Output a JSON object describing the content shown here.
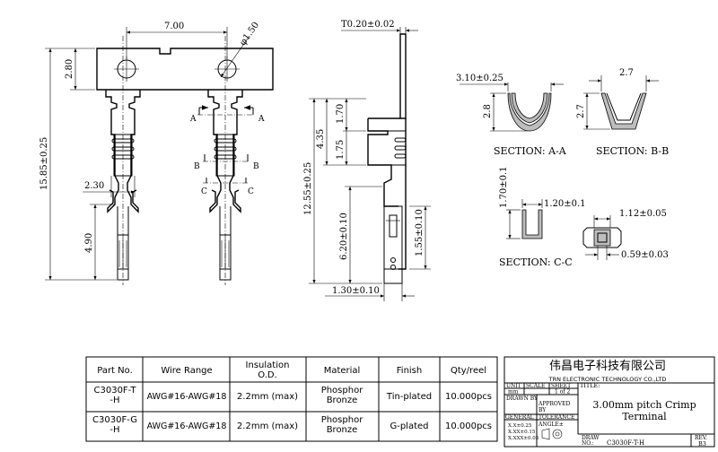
{
  "dimensions": {
    "pitch": "7.00",
    "hole_dia": "φ1.50",
    "carrier_height": "2.80",
    "overall_length": "15.85±0.25",
    "crimp_width": "2.30",
    "contact_length": "4.90",
    "thickness": "T0.20±0.02",
    "length_12": "12.55±0.25",
    "len_4_35": "4.35",
    "len_1_70": "1.70",
    "len_1_75": "1.75",
    "len_6_20": "6.20±0.10",
    "len_1_55": "1.55±0.10",
    "width_1_30": "1.30±0.10",
    "sa_width": "3.10±0.25",
    "sa_height": "2.8",
    "sb_width": "2.7",
    "sb_height": "2.7",
    "sc_height": "1.70±0.1",
    "sc_width": "1.20±0.1",
    "box_width": "1.12±0.05",
    "box_inner": "0.59±0.03"
  },
  "section_labels": {
    "a": "SECTION: A-A",
    "b": "SECTION: B-B",
    "c": "SECTION: C-C"
  },
  "cut_letters": {
    "a": "A",
    "b": "B",
    "c": "C"
  },
  "parts_table": {
    "headers": [
      "Part No.",
      "Wire Range",
      "Insulation\nO.D.",
      "Material",
      "Finish",
      "Qty/reel"
    ],
    "rows": [
      {
        "part": "C3030F-T\n-H",
        "wire": "AWG#16-AWG#18",
        "od": "2.2mm (max)",
        "material": "Phosphor\nBronze",
        "finish": "Tin-plated",
        "qty": "10.000pcs"
      },
      {
        "part": "C3030F-G\n-H",
        "wire": "AWG#16-AWG#18",
        "od": "2.2mm (max)",
        "material": "Phosphor\nBronze",
        "finish": "G-plated",
        "qty": "10.000pcs"
      }
    ]
  },
  "title_block": {
    "company_cn": "伟昌电子科技有限公司",
    "company_en": "TRN ELECTRONIC TECHNOLOGY CO.,LTD",
    "unit_label": "UNIT",
    "unit_value": "mm",
    "scale_label": "SCALE",
    "sheet_label": "SHEET",
    "sheet_value": "1 of 2",
    "title_label": "TITLE:",
    "drawn_by": "DRAWN BY",
    "approved_by": "APPROVED\nBY",
    "title": "3.00mm pitch Crimp\nTerminal",
    "general": "GENERAL",
    "tolerance": "TOLERANCE",
    "tol_1": "X.X±0.25",
    "tol_2": "X.XX±0.15",
    "tol_3": "X.XXX±0.05",
    "angle": "ANGLE±",
    "draw_no_label": "DRAW\nNO.:",
    "draw_no": "C3030F-T-H",
    "rev_label": "REV.",
    "rev": "B3"
  }
}
